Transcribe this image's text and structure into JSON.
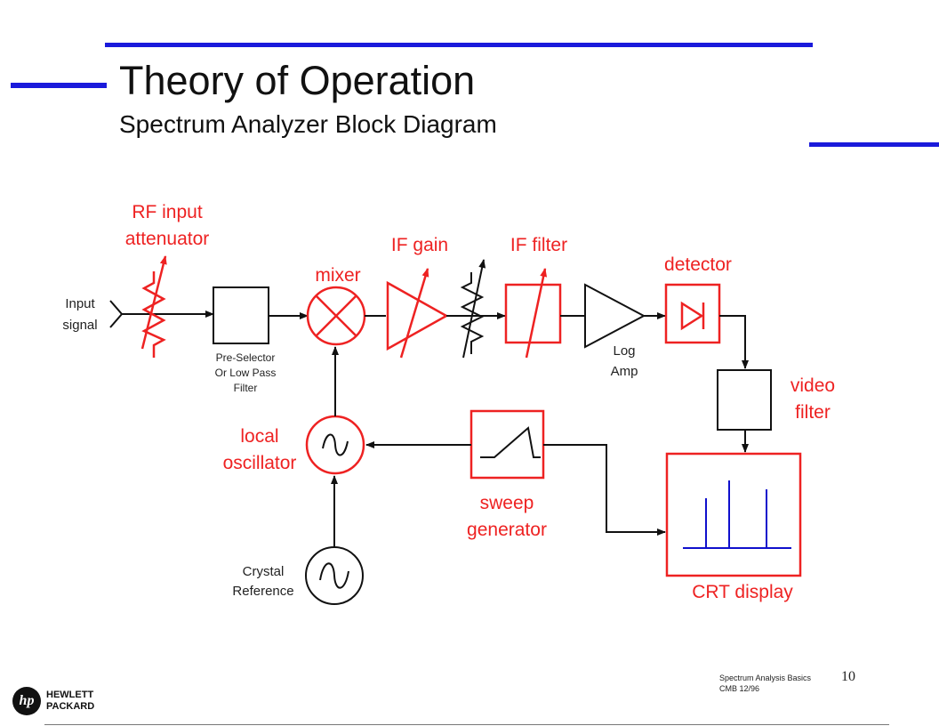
{
  "header": {
    "title": "Theory of Operation",
    "subtitle": "Spectrum Analyzer Block Diagram"
  },
  "diagram": {
    "input_signal": [
      "Input",
      "signal"
    ],
    "rf_input_attenuator": [
      "RF input",
      "attenuator"
    ],
    "pre_selector": [
      "Pre-Selector",
      "Or Low Pass",
      "Filter"
    ],
    "mixer": "mixer",
    "if_gain": "IF gain",
    "if_filter": "IF filter",
    "log_amp": [
      "Log",
      "Amp"
    ],
    "detector": "detector",
    "video_filter": [
      "video",
      "filter"
    ],
    "local_oscillator": [
      "local",
      "oscillator"
    ],
    "sweep_generator": [
      "sweep",
      "generator"
    ],
    "crystal_reference": [
      "Crystal",
      "Reference"
    ],
    "crt_display": "CRT display"
  },
  "colors": {
    "accent_red": "#ee2222",
    "line_black": "#111111",
    "brand_blue": "#1a1adb",
    "trace_blue": "#1010cc"
  },
  "footer": {
    "doc_title": "Spectrum Analysis Basics",
    "doc_code": "CMB   12/96",
    "page_number": "10",
    "logo_mark": "hp",
    "logo_text": [
      "HEWLETT",
      "PACKARD"
    ]
  }
}
